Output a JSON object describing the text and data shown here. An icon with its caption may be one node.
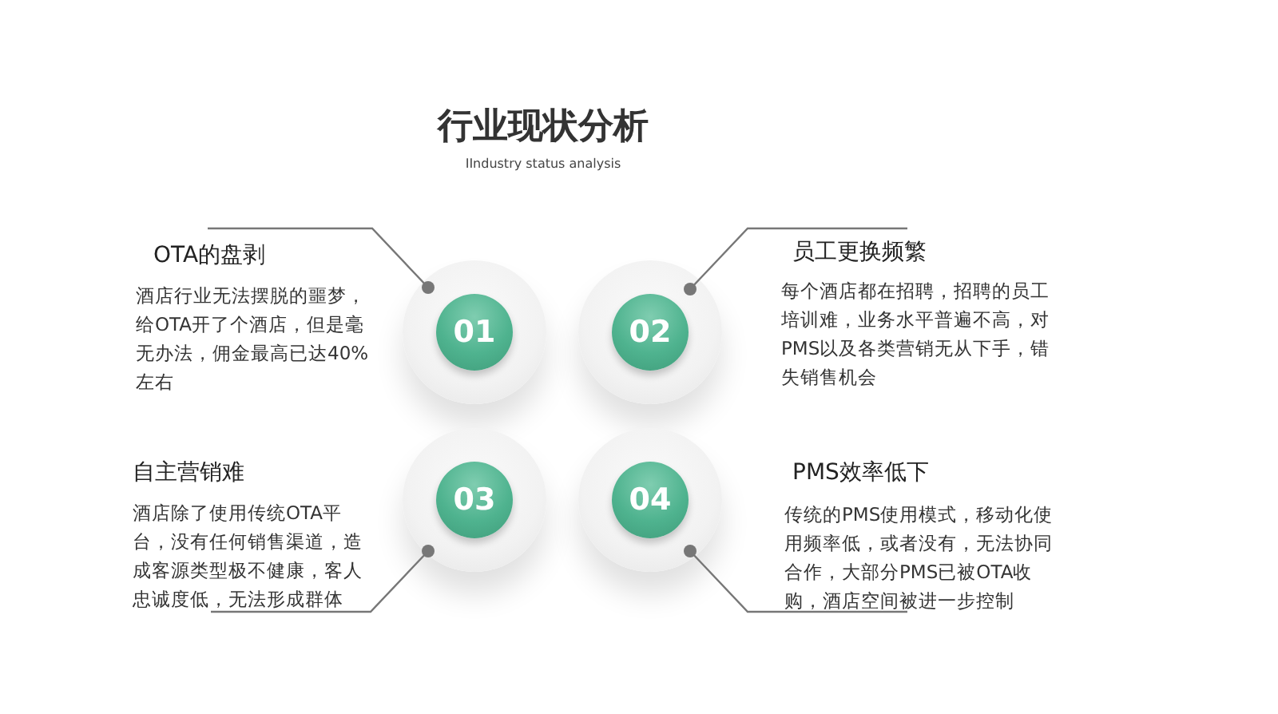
{
  "diagram": {
    "title": "行业现状分析",
    "caption": "IIndustry status analysis",
    "nodes": [
      {
        "text": [
          "OTA的盘剥",
          "酒店行业无法摆脱的噩梦，给OTA开了个酒店，但是毫无办法，佣金最高已达40%左右"
        ]
      },
      {
        "text": [
          "01"
        ]
      },
      {
        "text": [
          "02"
        ]
      },
      {
        "text": [
          "员工更换频繁",
          "每个酒店都在招聘，招聘的员工培训难，业务水平普遍不高，对PMS以及各类营销无从下手，错失销售机会"
        ]
      },
      {
        "text": [
          "自主营销难",
          "酒店除了使用传统OTA平台，没有任何销售渠道，造成客源类型极不健康，客人忠诚度低，无法形成群体"
        ]
      },
      {
        "text": [
          "03"
        ]
      },
      {
        "text": [
          "04"
        ]
      },
      {
        "text": [
          "PMS效率低下",
          "传统的PMS使用模式，移动化使用频率低，或者没有，无法协同合作，大部分PMS已被OTA收购，酒店空间被进一步控制"
        ]
      }
    ],
    "edges": [
      {
        "from": 0,
        "to": 1,
        "arrow": "other"
      },
      {
        "from": 3,
        "to": 2,
        "arrow": "other"
      },
      {
        "from": 4,
        "to": 5,
        "arrow": "other"
      },
      {
        "from": 7,
        "to": 6,
        "arrow": "other"
      }
    ]
  }
}
